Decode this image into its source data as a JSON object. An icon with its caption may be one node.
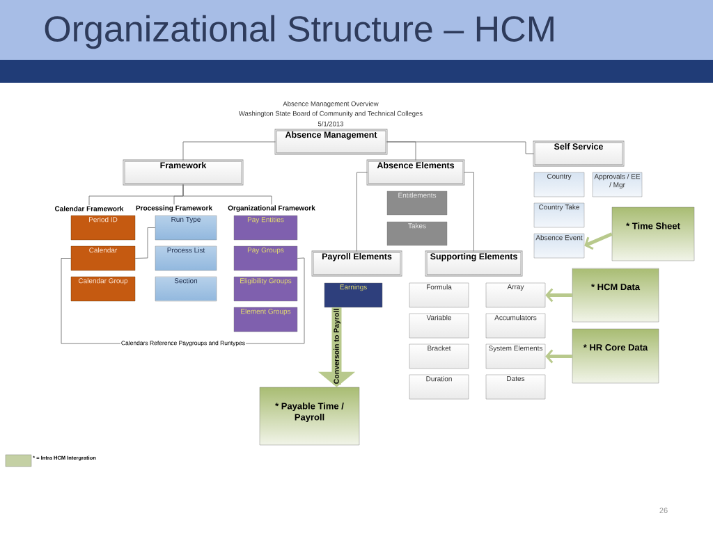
{
  "diagram": {
    "title": "Organizational Structure – HCM",
    "nodes": [
      {
        "text": [
          "Absence Management"
        ]
      },
      {
        "text": [
          "Framework"
        ]
      },
      {
        "text": [
          "Absence Elements"
        ]
      },
      {
        "text": [
          "Self Service"
        ]
      },
      {
        "text": [
          "Calendar Framework"
        ]
      },
      {
        "text": [
          "Processing Framework"
        ]
      },
      {
        "text": [
          "Organizational Framework"
        ]
      },
      {
        "text": [
          "Period ID"
        ]
      },
      {
        "text": [
          "Calendar"
        ]
      },
      {
        "text": [
          "Calendar Group"
        ]
      },
      {
        "text": [
          "Run Type"
        ]
      },
      {
        "text": [
          "Process List"
        ]
      },
      {
        "text": [
          "Section"
        ]
      },
      {
        "text": [
          "Pay Entities"
        ]
      },
      {
        "text": [
          "Pay Groups"
        ]
      },
      {
        "text": [
          "Eligibility Groups"
        ]
      },
      {
        "text": [
          "Element Groups"
        ]
      },
      {
        "text": [
          "Entitlements"
        ]
      },
      {
        "text": [
          "Takes"
        ]
      },
      {
        "text": [
          "Payroll Elements"
        ]
      },
      {
        "text": [
          "Supporting Elements"
        ]
      },
      {
        "text": [
          "Earnings"
        ]
      },
      {
        "text": [
          "* Payable Time / Payroll"
        ]
      },
      {
        "text": [
          "Formula"
        ]
      },
      {
        "text": [
          "Array"
        ]
      },
      {
        "text": [
          "Variable"
        ]
      },
      {
        "text": [
          "Accumulators"
        ]
      },
      {
        "text": [
          "Bracket"
        ]
      },
      {
        "text": [
          "System Elements"
        ]
      },
      {
        "text": [
          "Duration"
        ]
      },
      {
        "text": [
          "Dates"
        ]
      },
      {
        "text": [
          "Country"
        ]
      },
      {
        "text": [
          "Approvals / EE / Mgr"
        ]
      },
      {
        "text": [
          "Country Take"
        ]
      },
      {
        "text": [
          "Absence Event"
        ]
      },
      {
        "text": [
          "* Time Sheet"
        ]
      },
      {
        "text": [
          "* HCM Data"
        ]
      },
      {
        "text": [
          "* HR Core Data"
        ]
      }
    ],
    "edges": [
      {
        "from": 0,
        "to": 1,
        "arrow": "none"
      },
      {
        "from": 0,
        "to": 2,
        "arrow": "none"
      },
      {
        "from": 0,
        "to": 3,
        "arrow": "none"
      },
      {
        "from": 1,
        "to": 4,
        "arrow": "none"
      },
      {
        "from": 1,
        "to": 5,
        "arrow": "none"
      },
      {
        "from": 1,
        "to": 6,
        "arrow": "none"
      },
      {
        "from": 2,
        "to": 19,
        "arrow": "none"
      },
      {
        "from": 2,
        "to": 20,
        "arrow": "none"
      },
      {
        "from": 8,
        "to": 10,
        "arrow": "none"
      },
      {
        "from": 8,
        "to": 14,
        "arrow": "none",
        "label": "Calendars Reference Paygroups and Runtypes"
      },
      {
        "from": 21,
        "to": 22,
        "arrow": "to",
        "label": "Conversoin to Payroll",
        "style": "thick",
        "color": "#b8c98c"
      },
      {
        "from": 35,
        "to": 34,
        "arrow": "to",
        "style": "thick",
        "color": "#b8c98c"
      },
      {
        "from": 36,
        "to": 24,
        "arrow": "to",
        "style": "thick",
        "color": "#b8c98c"
      },
      {
        "from": 37,
        "to": 28,
        "arrow": "to",
        "style": "thick",
        "color": "#b8c98c"
      }
    ],
    "labels": [
      "Absence Management Overview",
      "Washington State Board of Community and Technical Colleges",
      "5/1/2013",
      "26"
    ],
    "legend": [
      {
        "text": "* = Intra HCM Intergration",
        "color": "#c4d0a4"
      }
    ]
  }
}
